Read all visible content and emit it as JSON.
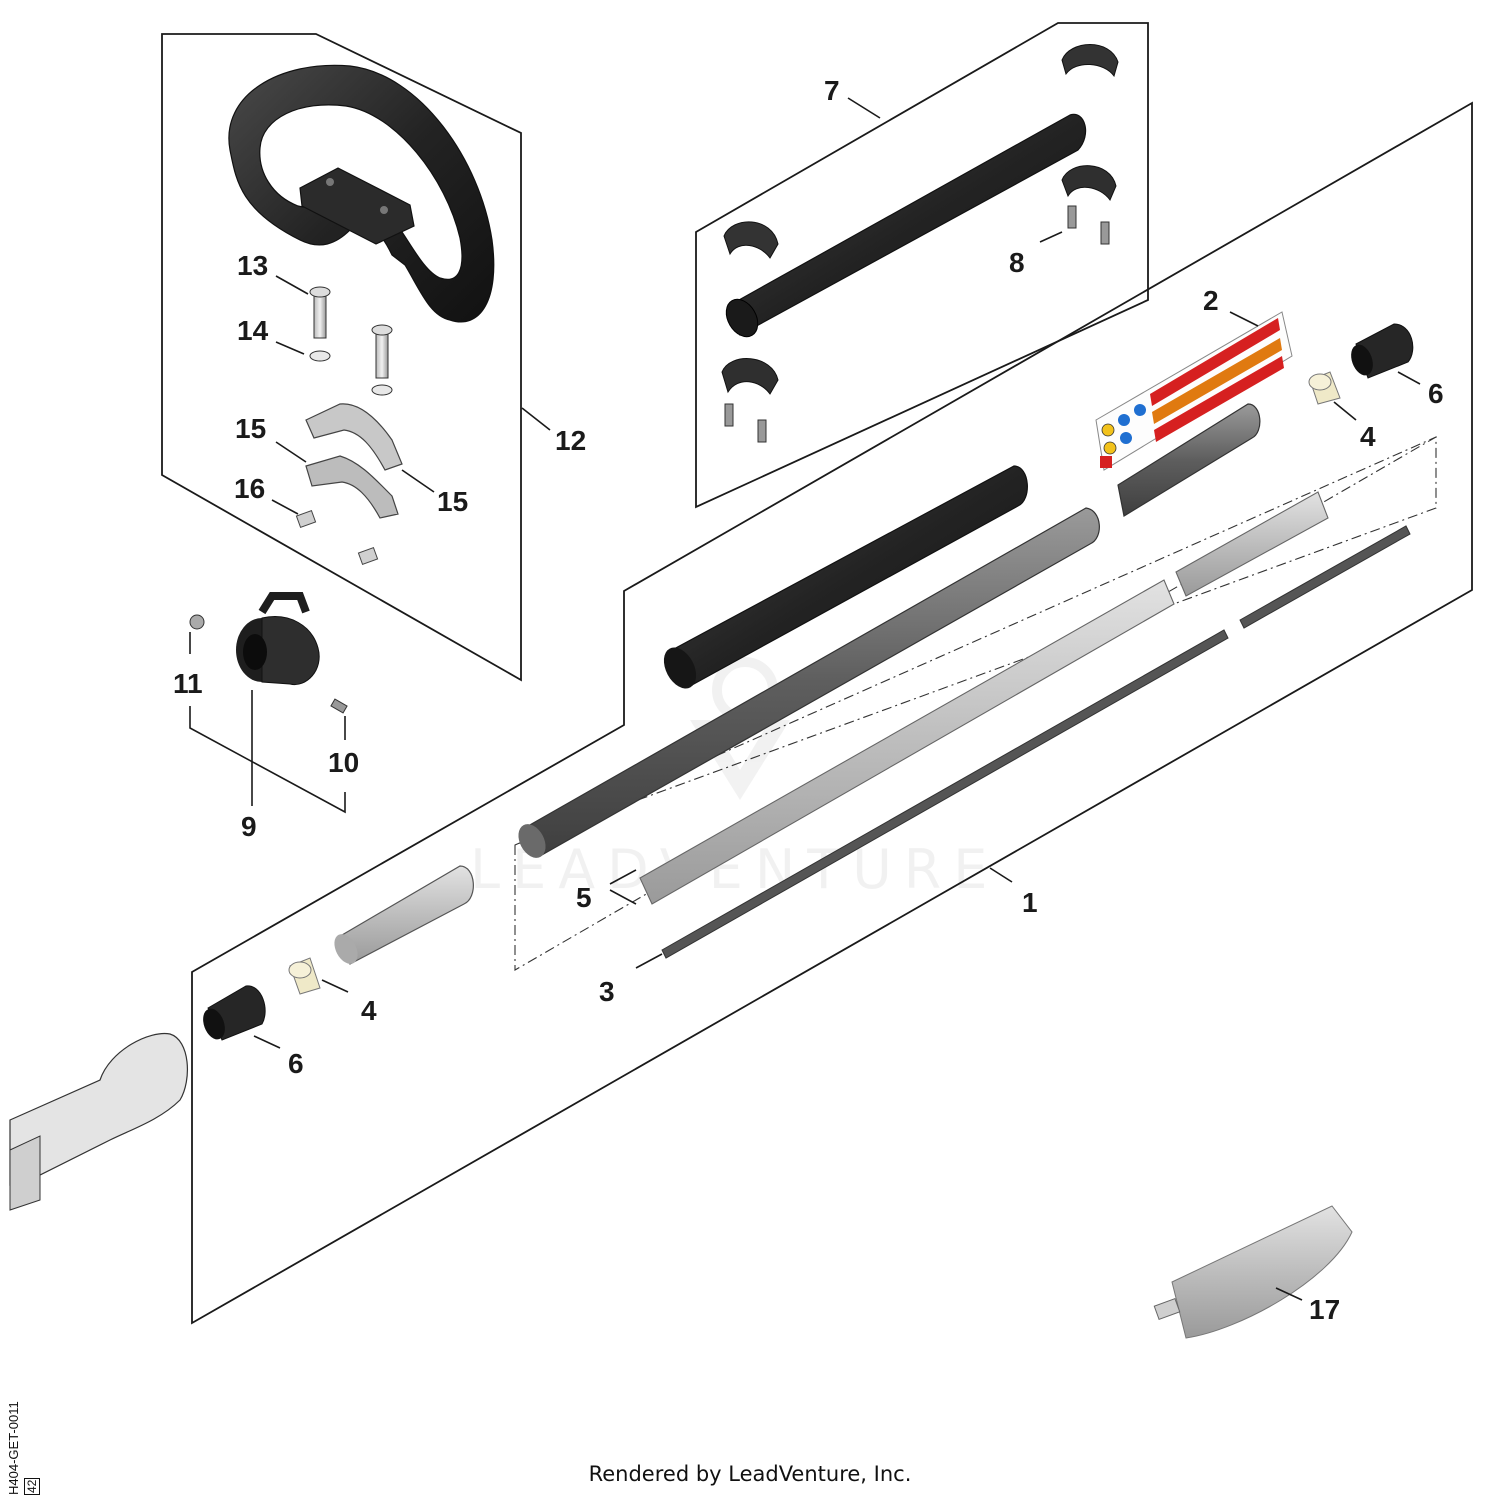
{
  "diagram": {
    "callouts": [
      "1",
      "2",
      "3",
      "4",
      "4",
      "5",
      "6",
      "6",
      "7",
      "8",
      "9",
      "10",
      "11",
      "12",
      "13",
      "14",
      "15",
      "15",
      "16",
      "17"
    ]
  },
  "footer": {
    "credit": "Rendered by LeadVenture, Inc.",
    "drawing_code": "H404-GET-0011",
    "page_ref": "42"
  },
  "watermark": "LEADVENTURE",
  "colors": {
    "line": "#1a1a1a",
    "rubber": "#2a2a2a",
    "steel": "#8c8c8c",
    "light_steel": "#c6c6c6",
    "warning_red": "#d62020",
    "warning_orange": "#e07a10",
    "safety_blue": "#1f6fd1",
    "warning_yellow": "#f2c21b"
  }
}
